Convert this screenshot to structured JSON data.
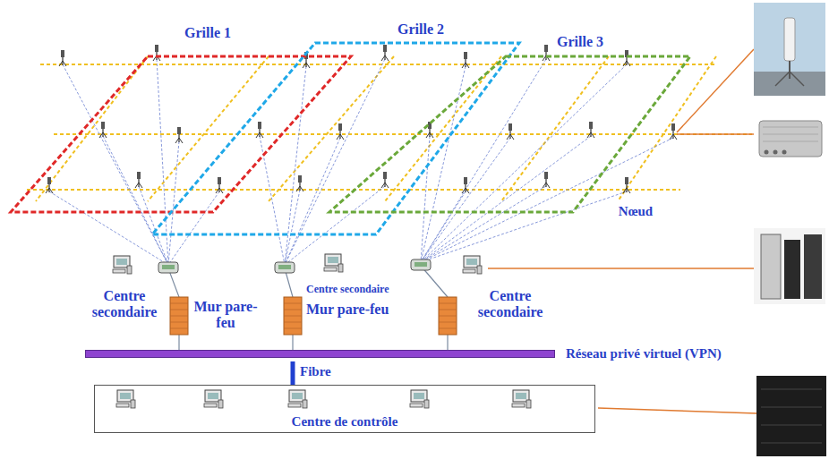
{
  "diagram": {
    "nodes": [
      {
        "text": [
          "Grille 1"
        ]
      },
      {
        "text": [
          "Grille 2"
        ]
      },
      {
        "text": [
          "Grille 3"
        ]
      },
      {
        "text": [
          "Réseau privé virtuel (VPN)"
        ]
      },
      {
        "text": [
          "Centre de contrôle"
        ]
      }
    ],
    "edges": [
      {
        "from": 3,
        "to": 4,
        "arrow": "none",
        "label": "Fibre"
      }
    ],
    "labels": [
      "Nœud",
      "Centre secondaire",
      "Mur pare-feu",
      "Centre secondaire",
      "Mur pare-feu",
      "Centre secondaire"
    ]
  }
}
